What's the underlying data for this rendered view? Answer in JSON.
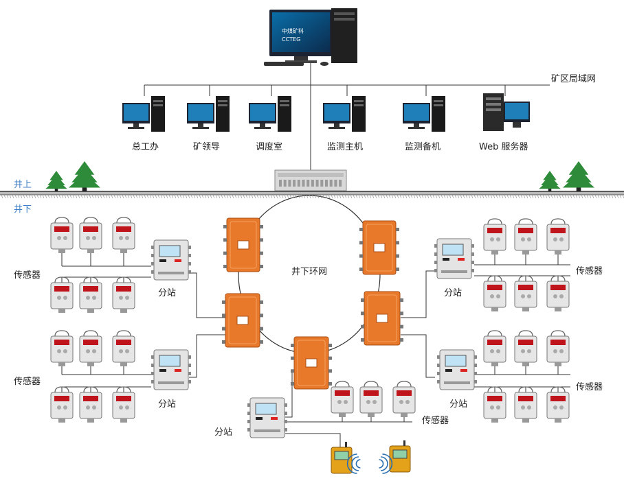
{
  "network": {
    "label": "矿区局域网"
  },
  "computers": [
    {
      "label": "总工办"
    },
    {
      "label": "矿领导"
    },
    {
      "label": "调度室"
    },
    {
      "label": "监测主机"
    },
    {
      "label": "监测备机"
    },
    {
      "label": "Web 服务器"
    }
  ],
  "zones": {
    "above": "井上",
    "below": "井下"
  },
  "ring": {
    "label": "井下环网"
  },
  "stations": [
    {
      "label": "分站"
    },
    {
      "label": "分站"
    },
    {
      "label": "分站"
    },
    {
      "label": "分站"
    },
    {
      "label": "分站"
    }
  ],
  "sensors": [
    {
      "label": "传感器"
    },
    {
      "label": "传感器"
    },
    {
      "label": "传感器"
    },
    {
      "label": "传感器"
    },
    {
      "label": "传感器"
    }
  ],
  "monitor_brand": {
    "line1": "中煤矿科",
    "line2": "CCTEG"
  },
  "colors": {
    "switch": "#e8782a",
    "zone_text": "#3c7fc4",
    "tree": "#2e8b3a",
    "ground": "#888888"
  }
}
